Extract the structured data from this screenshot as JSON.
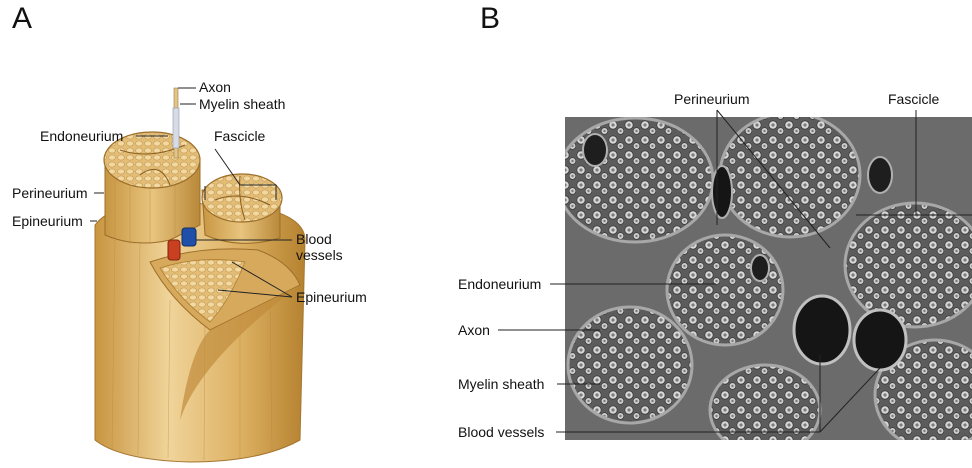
{
  "panels": [
    {
      "letter": "A",
      "labels": {
        "axon": "Axon",
        "myelin_sheath": "Myelin sheath",
        "endoneurium": "Endoneurium",
        "fascicle": "Fascicle",
        "perineurium": "Perineurium",
        "epineurium_left": "Epineurium",
        "blood_vessels_line1": "Blood",
        "blood_vessels_line2": "vessels",
        "epineurium_right": "Epineurium"
      }
    },
    {
      "letter": "B",
      "labels": {
        "perineurium": "Perineurium",
        "fascicle": "Fascicle",
        "endoneurium": "Endoneurium",
        "axon": "Axon",
        "myelin_sheath": "Myelin sheath",
        "blood_vessels": "Blood vessels"
      }
    }
  ],
  "colors": {
    "nerve_tan": "#d9ac5e",
    "nerve_light": "#ecd09a",
    "nerve_dark": "#a9782f",
    "vessel_red": "#c8401f",
    "vessel_blue": "#1f4fa8",
    "sem_gray": "#6e6e6e"
  }
}
